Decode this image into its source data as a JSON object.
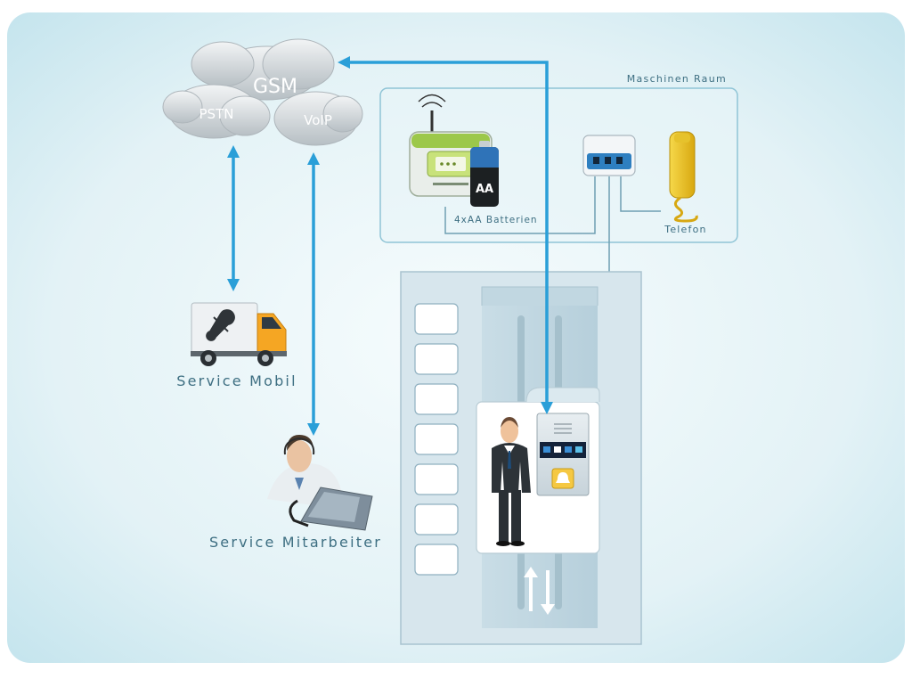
{
  "clouds": {
    "gsm": "GSM",
    "pstn": "PSTN",
    "voip": "VoIP"
  },
  "machine_room": {
    "title": "Maschinen Raum",
    "battery_label": "4xAA Batterien",
    "battery_mark": "AA",
    "phone_label": "Telefon"
  },
  "service_mobil": {
    "label": "Service Mobil"
  },
  "service_staff": {
    "label": "Service Mitarbeiter"
  },
  "colors": {
    "arrow": "#2a9fd8",
    "line": "#6f9fb2",
    "background": "#d8eef4",
    "panel_border": "#8fc4d6"
  },
  "icons": [
    "cloud-icon",
    "gsm-module-icon",
    "battery-icon",
    "junction-box-icon",
    "yellow-phone-icon",
    "service-truck-icon",
    "service-agent-icon",
    "elevator-shaft-icon",
    "businessman-icon",
    "emergency-call-panel-icon",
    "up-down-arrows-icon"
  ]
}
